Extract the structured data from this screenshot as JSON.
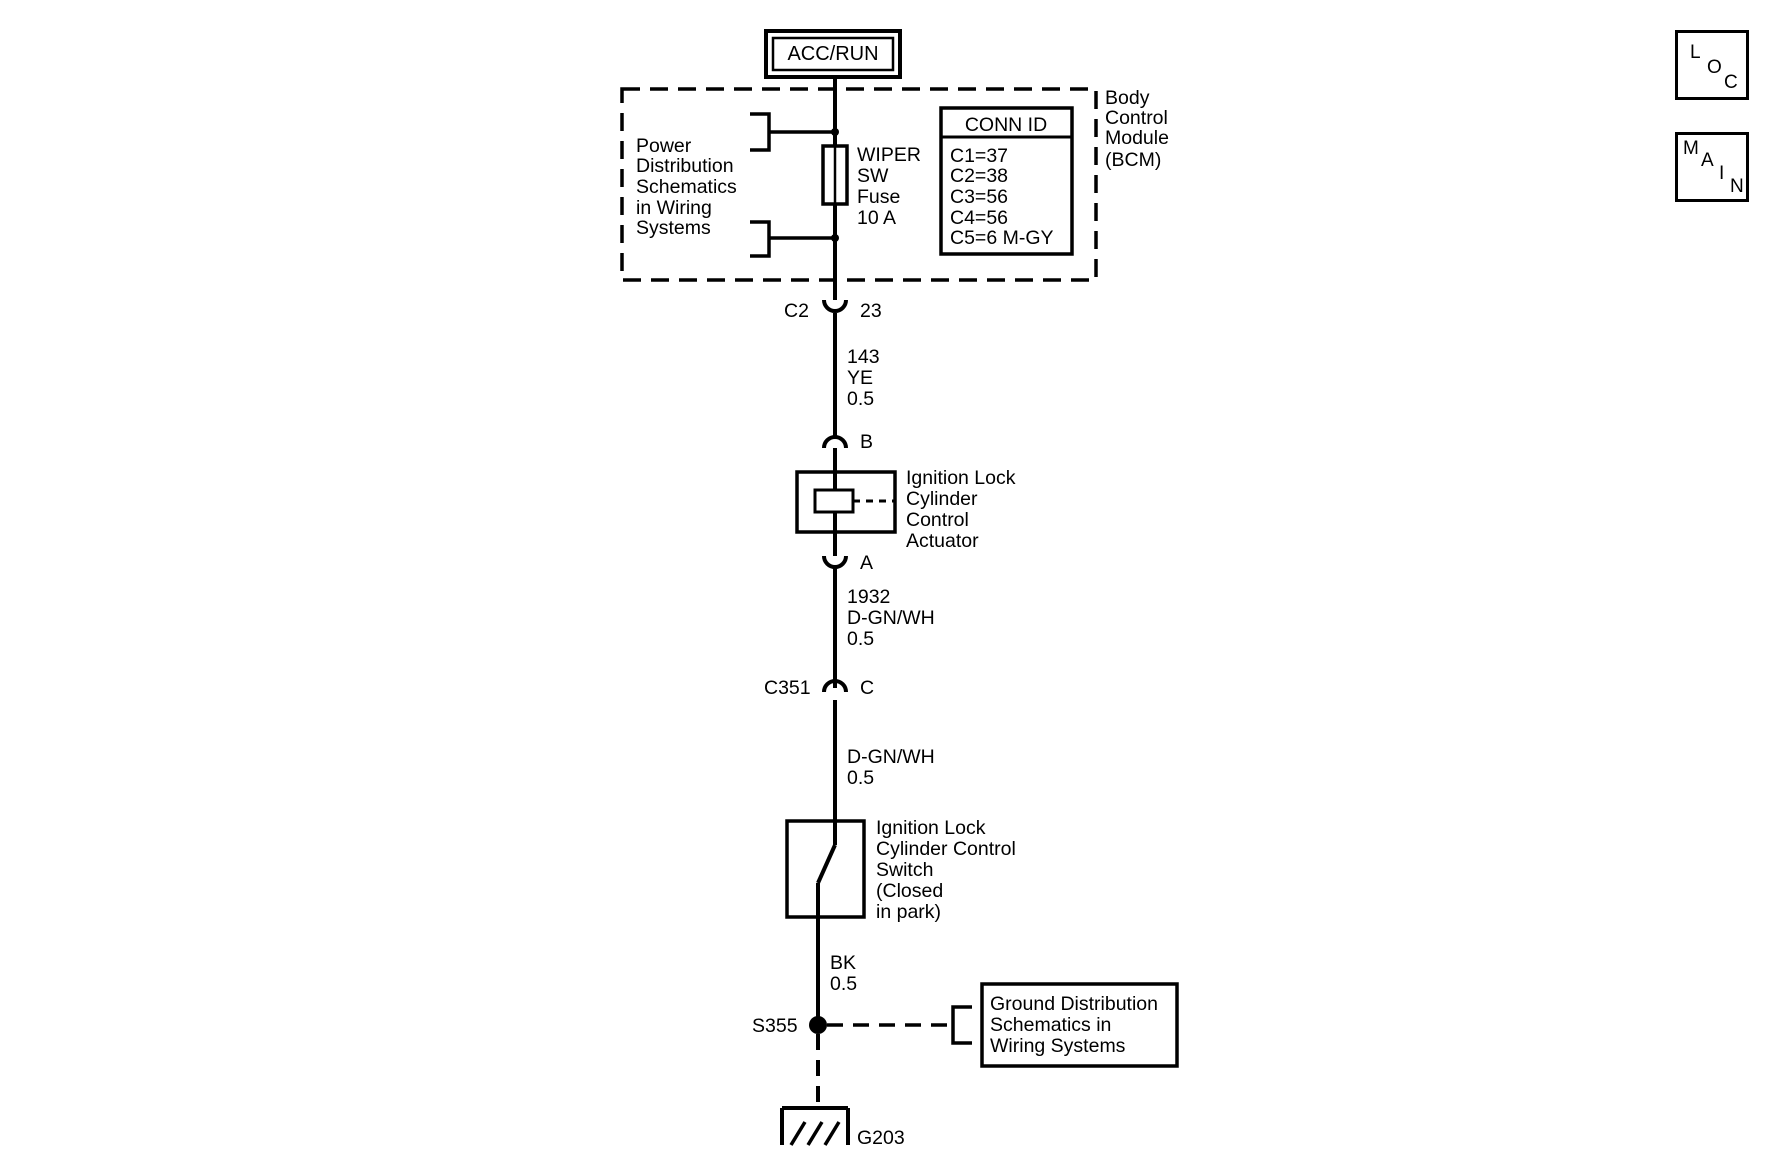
{
  "power_source": "ACC/RUN",
  "bcm": {
    "label_lines": [
      "Body",
      "Control",
      "Module",
      "(BCM)"
    ],
    "power_distribution_lines": [
      "Power",
      "Distribution",
      "Schematics",
      "in Wiring",
      "Systems"
    ],
    "fuse_lines": [
      "WIPER",
      "SW",
      "Fuse",
      "10 A"
    ],
    "conn_id": {
      "title": "CONN ID",
      "rows": [
        "C1=37",
        "C2=38",
        "C3=56",
        "C4=56",
        "C5=6 M-GY"
      ]
    }
  },
  "connectors": {
    "c2": {
      "name": "C2",
      "pin": "23"
    },
    "actuator_b": {
      "pin": "B"
    },
    "actuator_a": {
      "pin": "A"
    },
    "c351": {
      "name": "C351",
      "pin": "C"
    }
  },
  "wires": {
    "w1": [
      "143",
      "YE",
      "0.5"
    ],
    "w2": [
      "1932",
      "D-GN/WH",
      "0.5"
    ],
    "w3": [
      "D-GN/WH",
      "0.5"
    ],
    "w4": [
      "BK",
      "0.5"
    ]
  },
  "actuator_lines": [
    "Ignition Lock",
    "Cylinder",
    "Control",
    "Actuator"
  ],
  "switch_lines": [
    "Ignition Lock",
    "Cylinder Control",
    "Switch",
    "(Closed",
    "in park)"
  ],
  "splice": "S355",
  "ground_ref_lines": [
    "Ground Distribution",
    "Schematics in",
    "Wiring Systems"
  ],
  "ground": "G203",
  "nav": {
    "loc": [
      "L",
      "O",
      "C"
    ],
    "main": [
      "M",
      "A",
      "I",
      "N"
    ]
  }
}
